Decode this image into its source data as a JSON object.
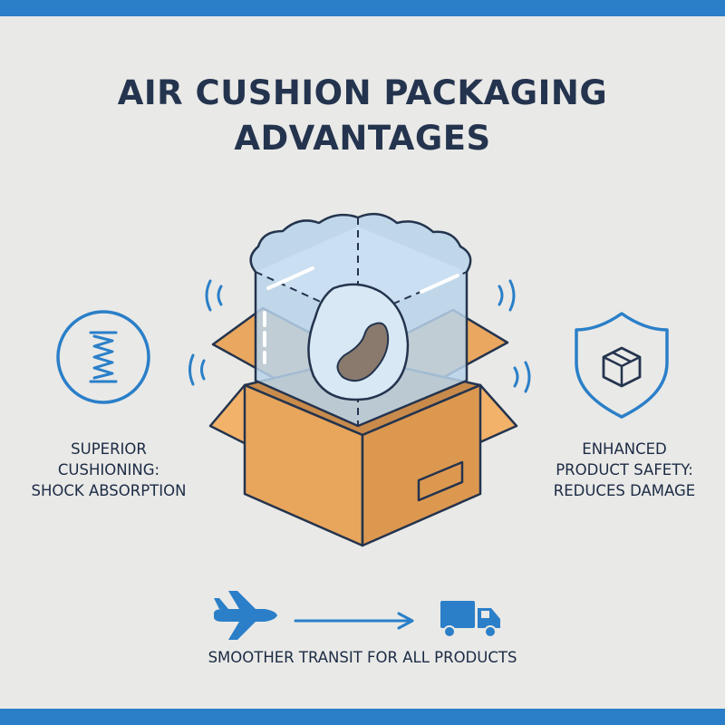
{
  "title": {
    "line1": "AIR CUSHION PACKAGING",
    "line2": "ADVANTAGES"
  },
  "left_benefit": {
    "icon": "spring-icon",
    "line1": "SUPERIOR",
    "line2": "CUSHIONING:",
    "line3": "SHOCK ABSORPTION"
  },
  "right_benefit": {
    "icon": "shield-box-icon",
    "line1": "ENHANCED",
    "line2": "PRODUCT SAFETY:",
    "line3": "REDUCES DAMAGE"
  },
  "transit": {
    "icons": [
      "airplane-icon",
      "arrow-icon",
      "truck-icon"
    ],
    "label": "SMOOTHER TRANSIT FOR ALL PRODUCTS"
  },
  "colors": {
    "accent_blue": "#2a7fc8",
    "title_navy": "#24344e",
    "box_orange": "#e8a65c",
    "background": "#e9e9e7"
  }
}
